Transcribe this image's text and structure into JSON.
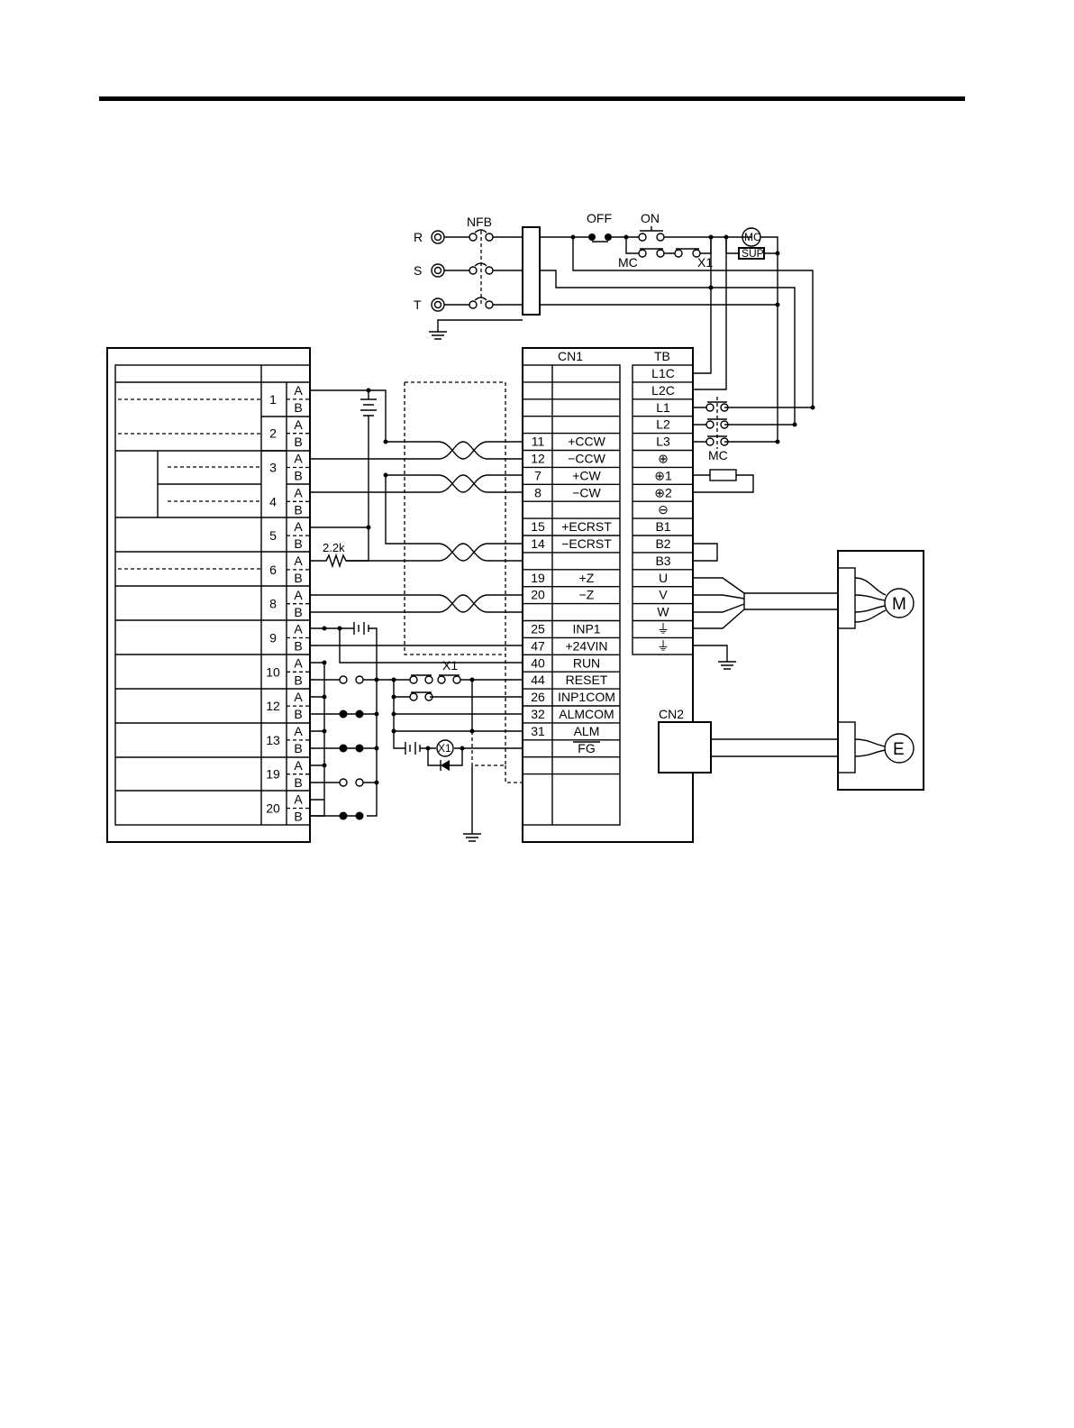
{
  "supply": {
    "phases": [
      "R",
      "S",
      "T"
    ],
    "breaker_label": "NFB",
    "off_label": "OFF",
    "on_label": "ON",
    "mc_coil_label": "MC",
    "surge_label": "SUP",
    "hold_contact_labels": [
      "MC",
      "X1"
    ]
  },
  "controller": {
    "rows": [
      {
        "num": "1"
      },
      {
        "num": "2"
      },
      {
        "num": "3"
      },
      {
        "num": "4"
      },
      {
        "num": "5"
      },
      {
        "num": "6"
      },
      {
        "num": "8"
      },
      {
        "num": "9"
      },
      {
        "num": "10"
      },
      {
        "num": "12"
      },
      {
        "num": "13"
      },
      {
        "num": "19"
      },
      {
        "num": "20"
      }
    ],
    "pin_a": "A",
    "pin_b": "B",
    "resistor_label": "2.2k",
    "relay_label": "X1",
    "relay_coil_label": "X1"
  },
  "cn1": {
    "title": "CN1",
    "pins": [
      {
        "no": "",
        "sig": ""
      },
      {
        "no": "",
        "sig": ""
      },
      {
        "no": "",
        "sig": ""
      },
      {
        "no": "",
        "sig": ""
      },
      {
        "no": "11",
        "sig": "+CCW"
      },
      {
        "no": "12",
        "sig": "−CCW"
      },
      {
        "no": "7",
        "sig": "+CW"
      },
      {
        "no": "8",
        "sig": "−CW"
      },
      {
        "no": "",
        "sig": ""
      },
      {
        "no": "15",
        "sig": "+ECRST"
      },
      {
        "no": "14",
        "sig": "−ECRST"
      },
      {
        "no": "",
        "sig": ""
      },
      {
        "no": "19",
        "sig": "+Z"
      },
      {
        "no": "20",
        "sig": "−Z"
      },
      {
        "no": "",
        "sig": ""
      },
      {
        "no": "25",
        "sig": "INP1"
      },
      {
        "no": "47",
        "sig": "+24VIN"
      },
      {
        "no": "40",
        "sig": "RUN"
      },
      {
        "no": "44",
        "sig": "RESET"
      },
      {
        "no": "26",
        "sig": "INP1COM"
      },
      {
        "no": "32",
        "sig": "ALMCOM"
      },
      {
        "no": "31",
        "sig": "ALM"
      },
      {
        "no": "",
        "sig": "FG"
      },
      {
        "no": "",
        "sig": ""
      },
      {
        "no": "",
        "sig": ""
      }
    ]
  },
  "tb": {
    "title": "TB",
    "terminals": [
      "L1C",
      "L2C",
      "L1",
      "L2",
      "L3",
      "⊕",
      "⊕1",
      "⊕2",
      "⊖",
      "B1",
      "B2",
      "B3",
      "U",
      "V",
      "W",
      "⏚",
      "⏚"
    ]
  },
  "mc_contact_label": "MC",
  "cn2_label": "CN2",
  "motor_label": "M",
  "encoder_label": "E"
}
